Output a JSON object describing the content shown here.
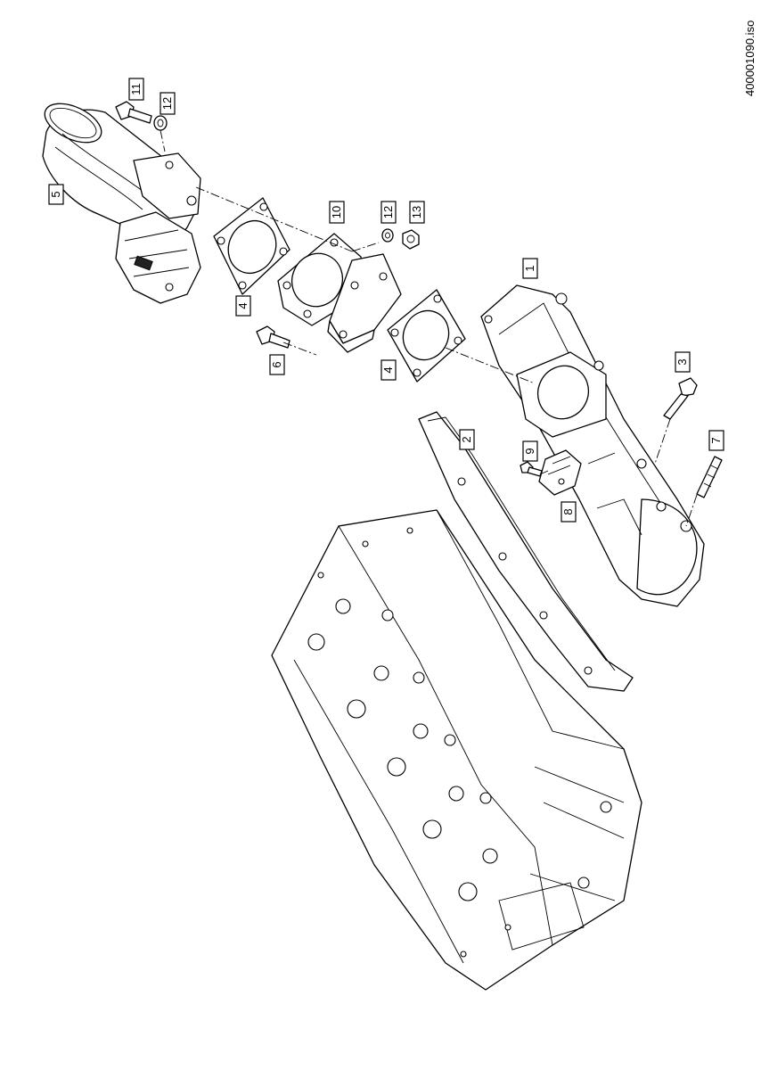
{
  "document": {
    "id": "400001090.iso"
  },
  "callouts": [
    {
      "id": "c1",
      "label": "1"
    },
    {
      "id": "c2",
      "label": "2"
    },
    {
      "id": "c3",
      "label": "3"
    },
    {
      "id": "c4a",
      "label": "4"
    },
    {
      "id": "c4b",
      "label": "4"
    },
    {
      "id": "c5",
      "label": "5"
    },
    {
      "id": "c6",
      "label": "6"
    },
    {
      "id": "c7",
      "label": "7"
    },
    {
      "id": "c8",
      "label": "8"
    },
    {
      "id": "c9",
      "label": "9"
    },
    {
      "id": "c10",
      "label": "10"
    },
    {
      "id": "c11",
      "label": "11"
    },
    {
      "id": "c12a",
      "label": "12"
    },
    {
      "id": "c12b",
      "label": "12"
    },
    {
      "id": "c13",
      "label": "13"
    }
  ]
}
